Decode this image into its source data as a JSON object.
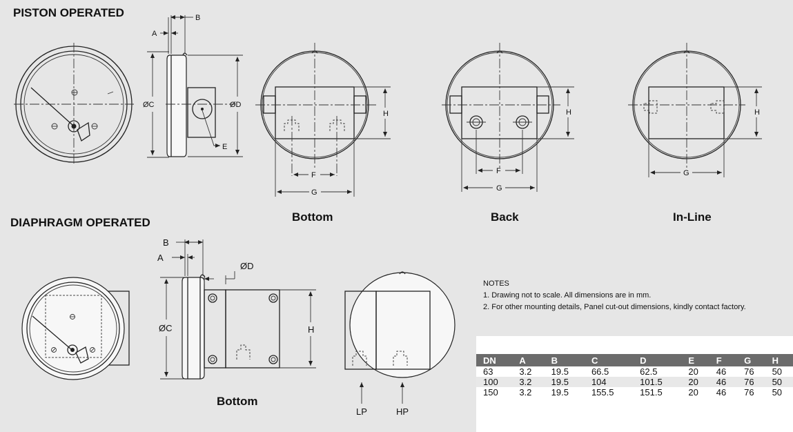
{
  "sections": {
    "piston": "PISTON OPERATED",
    "diaphragm": "DIAPHRAGM OPERATED"
  },
  "views": {
    "bottom": "Bottom",
    "back": "Back",
    "inline": "In-Line",
    "diaphragm_bottom": "Bottom"
  },
  "dimension_labels": {
    "a": "A",
    "b": "B",
    "c": "ØC",
    "d": "ØD",
    "e": "E",
    "f": "F",
    "g": "G",
    "h": "H",
    "lp": "LP",
    "hp": "HP"
  },
  "notes": {
    "title": "NOTES",
    "items": [
      "1. Drawing not to scale. All dimensions are in mm.",
      "2. For other mounting details, Panel cut-out dimensions, kindly contact factory."
    ]
  },
  "table": {
    "headers": [
      "DN",
      "A",
      "B",
      "C",
      "D",
      "E",
      "F",
      "G",
      "H"
    ],
    "rows": [
      [
        "63",
        "3.2",
        "19.5",
        "66.5",
        "62.5",
        "20",
        "46",
        "76",
        "50"
      ],
      [
        "100",
        "3.2",
        "19.5",
        "104",
        "101.5",
        "20",
        "46",
        "76",
        "50"
      ],
      [
        "150",
        "3.2",
        "19.5",
        "155.5",
        "151.5",
        "20",
        "46",
        "76",
        "50"
      ]
    ]
  }
}
